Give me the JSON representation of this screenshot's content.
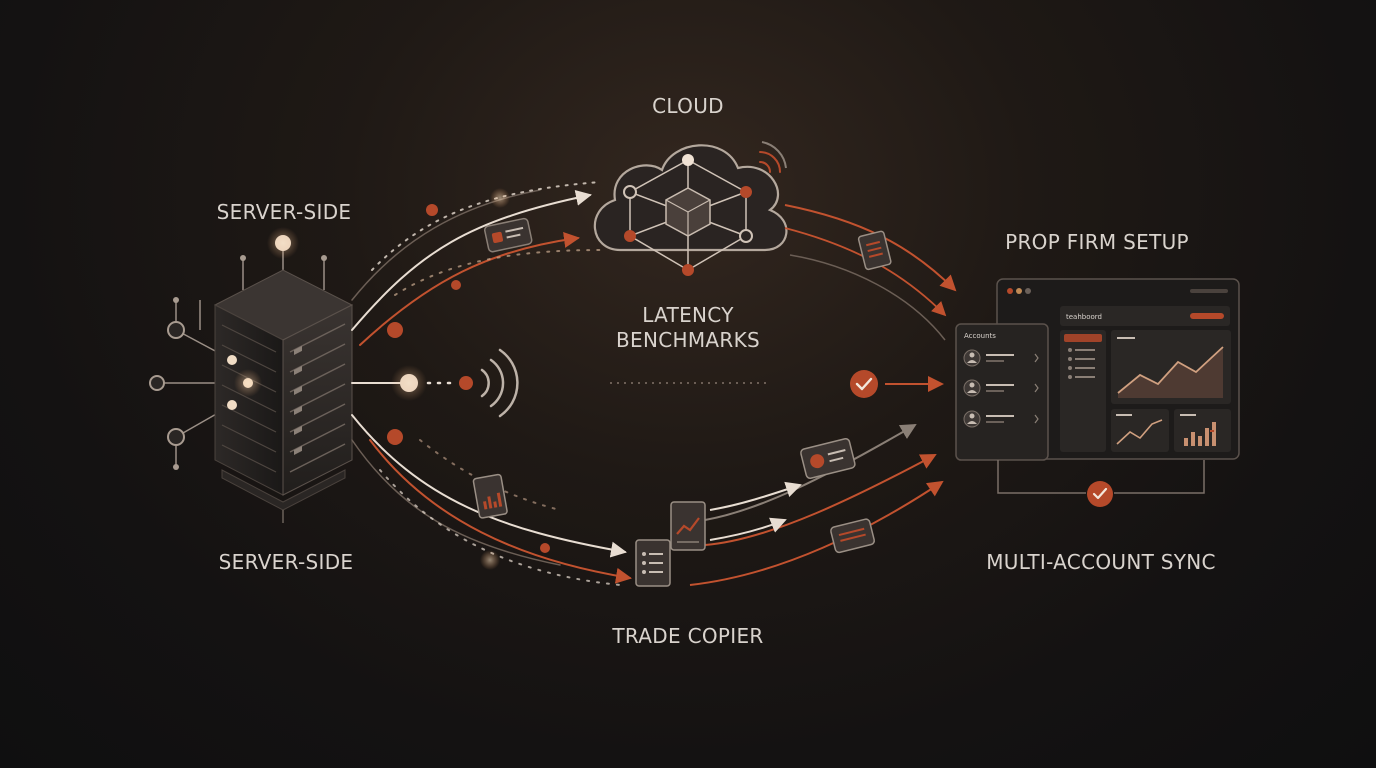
{
  "labels": {
    "cloud": "CLOUD",
    "server_top": "SERVER-SIDE",
    "server_bottom": "SERVER-SIDE",
    "latency_line1": "LATENCY",
    "latency_line2": "BENCHMARKS",
    "prop_firm": "PROP FIRM SETUP",
    "multi_account": "MULTI-ACCOUNT SYNC",
    "trade_copier": "TRADE COPIER"
  },
  "dashboard": {
    "main_title": "teahboord",
    "accounts_title": "Accounts"
  },
  "colors": {
    "accent": "#b5492a",
    "line_light": "#e8ddd2",
    "panel": "#2a2725",
    "text": "#d9d3cd"
  },
  "icons": [
    "server-rack-icon",
    "cloud-network-icon",
    "wifi-signal-icon",
    "document-icon",
    "chart-document-icon",
    "card-icon",
    "checkmark-icon",
    "dashboard-window-icon",
    "user-avatar-icon"
  ]
}
